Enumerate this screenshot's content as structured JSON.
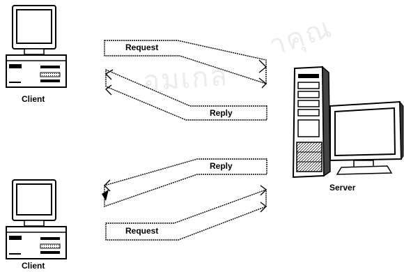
{
  "diagram": {
    "top_flow": {
      "client_label": "Client",
      "request_label": "Request",
      "reply_label": "Reply"
    },
    "bottom_flow": {
      "client_label": "Client",
      "request_label": "Request",
      "reply_label": "Reply"
    },
    "server_label": "Server"
  },
  "watermark": {
    "line1": "อมเกล้",
    "line2": "าคุณ"
  }
}
